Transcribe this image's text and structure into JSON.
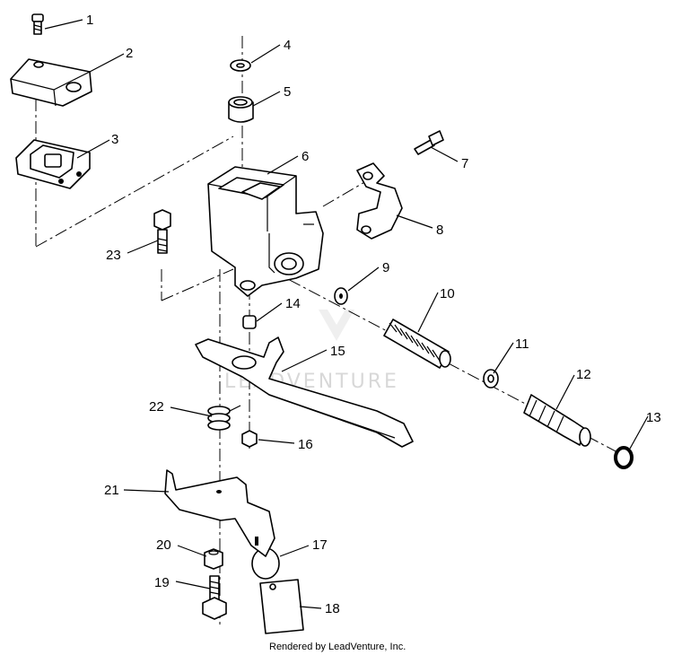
{
  "diagram": {
    "watermark": "LEADVENTURE",
    "credit": "Rendered by LeadVenture, Inc.",
    "callouts": {
      "c1": "1",
      "c2": "2",
      "c3": "3",
      "c4": "4",
      "c5": "5",
      "c6": "6",
      "c7": "7",
      "c8": "8",
      "c9": "9",
      "c10": "10",
      "c11": "11",
      "c12": "12",
      "c13": "13",
      "c14": "14",
      "c15": "15",
      "c16": "16",
      "c17": "17",
      "c18": "18",
      "c19": "19",
      "c20": "20",
      "c21": "21",
      "c22": "22",
      "c23": "23"
    }
  }
}
